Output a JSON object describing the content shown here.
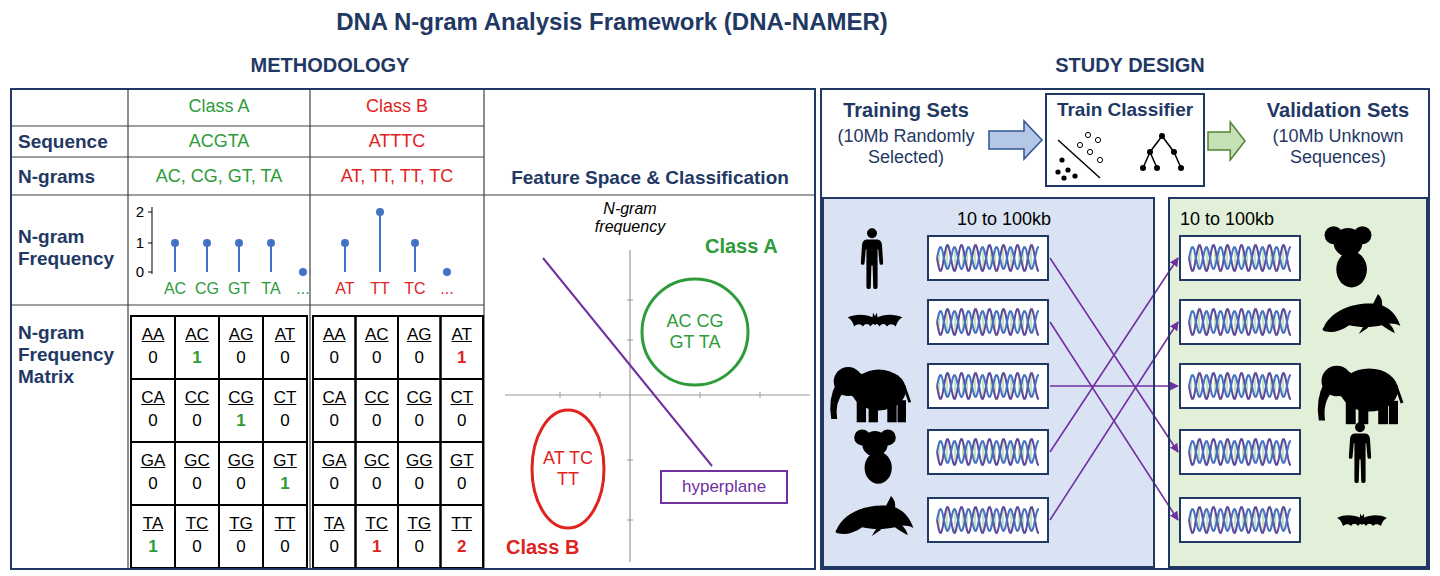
{
  "diagram": {
    "title": "DNA N-gram Analysis Framework (DNA-NAMER)",
    "nodes": [
      {
        "text": [
          "METHODOLOGY"
        ]
      },
      {
        "text": [
          "Class A",
          "AC CG GT TA"
        ],
        "in": 0
      },
      {
        "text": [
          "AT TC TT",
          "Class B"
        ],
        "in": 0
      },
      {
        "text": [
          "hyperplane"
        ],
        "in": 0
      },
      {
        "text": [
          "STUDY DESIGN"
        ]
      },
      {
        "text": [
          "Training Sets",
          "(10Mb Randomly Selected)"
        ],
        "in": 4
      },
      {
        "text": [
          "Train Classifier"
        ],
        "in": 4
      },
      {
        "text": [
          "Validation Sets",
          "(10Mb Unknown Sequences)"
        ],
        "in": 4
      },
      {
        "text": [
          "10 to 100kb"
        ],
        "in": 4
      },
      {
        "text": [
          "10 to 100kb"
        ],
        "in": 4
      }
    ],
    "edges": [
      {
        "from": 5,
        "to": 6,
        "arrow": "to"
      },
      {
        "from": 6,
        "to": 7,
        "arrow": "to"
      }
    ],
    "labels": [
      "Class A",
      "Class B",
      "Sequence",
      "ACGTA",
      "ATTTC",
      "N-grams",
      "AC, CG, GT, TA",
      "AT, TT, TT, TC",
      "N-gram Frequency",
      "2",
      "1",
      "0",
      "AC",
      "CG",
      "GT",
      "TA",
      "...",
      "AT",
      "TT",
      "TC",
      "...",
      "N-gram Frequency Matrix",
      "AA",
      "0",
      "AC",
      "1",
      "AG",
      "0",
      "AT",
      "0",
      "CA",
      "0",
      "CC",
      "0",
      "CG",
      "1",
      "CT",
      "0",
      "GA",
      "0",
      "GC",
      "0",
      "GG",
      "0",
      "GT",
      "1",
      "TA",
      "1",
      "TC",
      "0",
      "TG",
      "0",
      "TT",
      "0",
      "AA",
      "0",
      "AC",
      "0",
      "AG",
      "0",
      "AT",
      "1",
      "CA",
      "0",
      "CC",
      "0",
      "CG",
      "0",
      "CT",
      "0",
      "GA",
      "0",
      "GC",
      "0",
      "GG",
      "0",
      "GT",
      "0",
      "TA",
      "0",
      "TC",
      "1",
      "TG",
      "0",
      "TT",
      "2",
      "Feature Space & Classification",
      "N-gram frequency"
    ]
  }
}
